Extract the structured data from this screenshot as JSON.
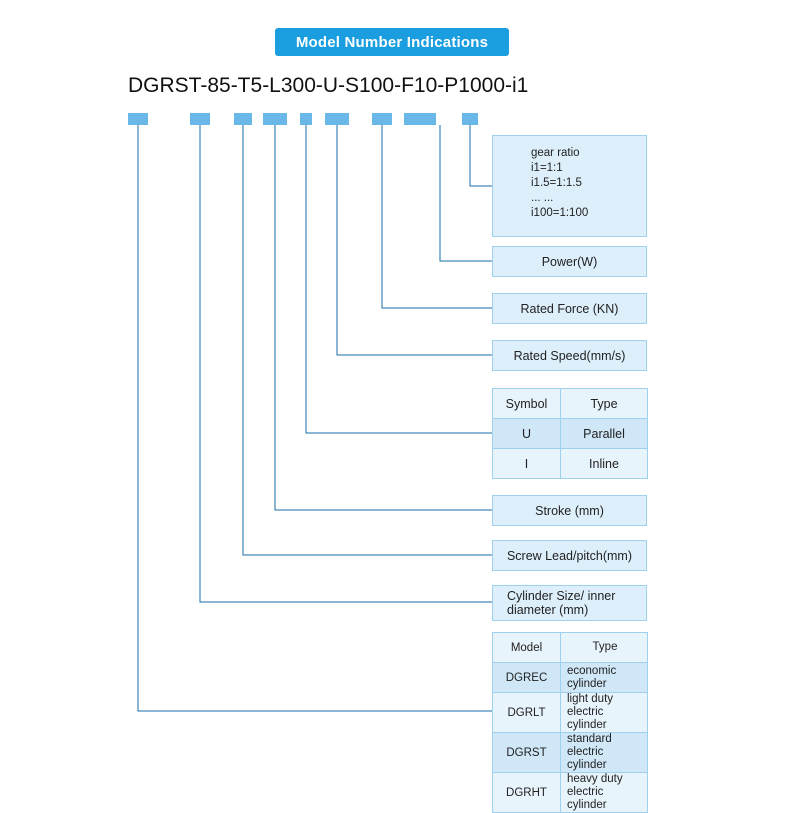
{
  "title": "Model Number Indications",
  "model_number": "DGRST-85-T5-L300-U-S100-F10-P1000-i1",
  "callouts": [
    {
      "name": "gear-ratio",
      "lines": [
        "gear ratio",
        "i1=1:1",
        "i1.5=1:1.5",
        "... ...",
        "i100=1:100"
      ]
    },
    {
      "name": "power",
      "label": "Power(W)"
    },
    {
      "name": "rated-force",
      "label": "Rated Force (KN)"
    },
    {
      "name": "rated-speed",
      "label": "Rated Speed(mm/s)"
    },
    {
      "name": "stroke",
      "label": "Stroke (mm)"
    },
    {
      "name": "screw-lead",
      "label": "Screw Lead/pitch(mm)"
    },
    {
      "name": "cylinder-size",
      "label": "Cylinder Size/ inner diameter (mm)"
    }
  ],
  "symbol_table": {
    "headers": [
      "Symbol",
      "Type"
    ],
    "rows": [
      {
        "symbol": "U",
        "type": "Parallel"
      },
      {
        "symbol": "I",
        "type": "Inline"
      }
    ]
  },
  "model_table": {
    "headers": [
      "Model",
      "Type"
    ],
    "rows": [
      {
        "model": "DGREC",
        "type": "economic cylinder"
      },
      {
        "model": "DGRLT",
        "type": "light duty electric cylinder"
      },
      {
        "model": "DGRST",
        "type": "standard electric cylinder"
      },
      {
        "model": "DGRHT",
        "type": "heavy duty electric cylinder"
      }
    ]
  },
  "colors": {
    "accent": "#1a9ee0",
    "box_fill": "#ddeffb",
    "box_border": "#9fd0ee",
    "tick": "#69b8e8",
    "line": "#1a6fa8"
  }
}
